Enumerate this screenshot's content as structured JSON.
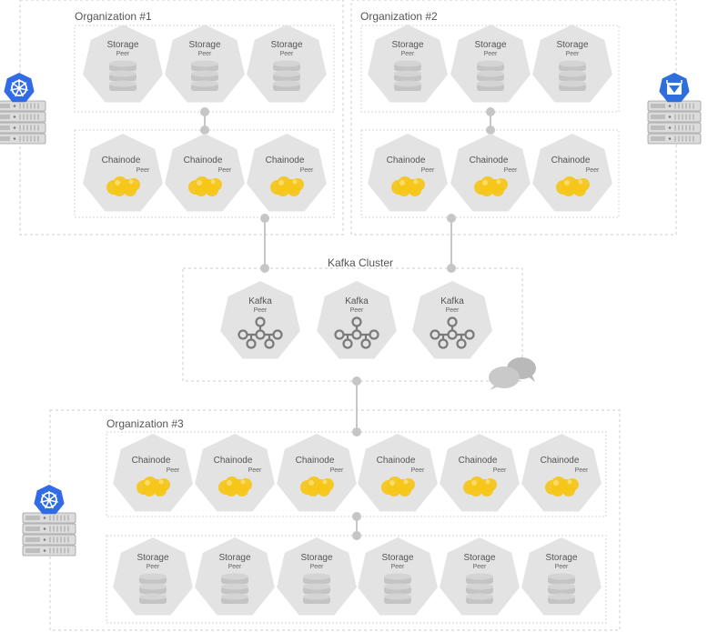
{
  "organizations": [
    {
      "title": "Organization #1",
      "storage_tier": [
        {
          "title": "Storage",
          "subtitle": "Peer"
        },
        {
          "title": "Storage",
          "subtitle": "Peer"
        },
        {
          "title": "Storage",
          "subtitle": "Peer"
        }
      ],
      "chaincode_tier": [
        {
          "title": "Chainode",
          "subtitle": "Peer"
        },
        {
          "title": "Chainode",
          "subtitle": "Peer"
        },
        {
          "title": "Chainode",
          "subtitle": "Peer"
        }
      ],
      "server_logo": "kubernetes-icon"
    },
    {
      "title": "Organization #2",
      "storage_tier": [
        {
          "title": "Storage",
          "subtitle": "Peer"
        },
        {
          "title": "Storage",
          "subtitle": "Peer"
        },
        {
          "title": "Storage",
          "subtitle": "Peer"
        }
      ],
      "chaincode_tier": [
        {
          "title": "Chainode",
          "subtitle": "Peer"
        },
        {
          "title": "Chainode",
          "subtitle": "Peer"
        },
        {
          "title": "Chainode",
          "subtitle": "Peer"
        }
      ],
      "server_logo": "hyperledger-icon"
    },
    {
      "title": "Organization #3",
      "chaincode_tier": [
        {
          "title": "Chainode",
          "subtitle": "Peer"
        },
        {
          "title": "Chainode",
          "subtitle": "Peer"
        },
        {
          "title": "Chainode",
          "subtitle": "Peer"
        },
        {
          "title": "Chainode",
          "subtitle": "Peer"
        },
        {
          "title": "Chainode",
          "subtitle": "Peer"
        },
        {
          "title": "Chainode",
          "subtitle": "Peer"
        }
      ],
      "storage_tier": [
        {
          "title": "Storage",
          "subtitle": "Peer"
        },
        {
          "title": "Storage",
          "subtitle": "Peer"
        },
        {
          "title": "Storage",
          "subtitle": "Peer"
        },
        {
          "title": "Storage",
          "subtitle": "Peer"
        },
        {
          "title": "Storage",
          "subtitle": "Peer"
        },
        {
          "title": "Storage",
          "subtitle": "Peer"
        }
      ],
      "server_logo": "kubernetes-icon"
    }
  ],
  "kafka_cluster": {
    "title": "Kafka Cluster",
    "nodes": [
      {
        "title": "Kafka",
        "subtitle": "Peer"
      },
      {
        "title": "Kafka",
        "subtitle": "Peer"
      },
      {
        "title": "Kafka",
        "subtitle": "Peer"
      }
    ],
    "badge_icon": "chat-bubbles-icon"
  },
  "colors": {
    "heptagon": "#e3e3e3",
    "glyph": "#c4c4c4",
    "chaincode_gold": "#f5c518",
    "connector": "#c6c6c6",
    "border": "#cccccc",
    "kubernetes_blue": "#326ce5",
    "hyperledger_blue": "#2f6fdc"
  }
}
